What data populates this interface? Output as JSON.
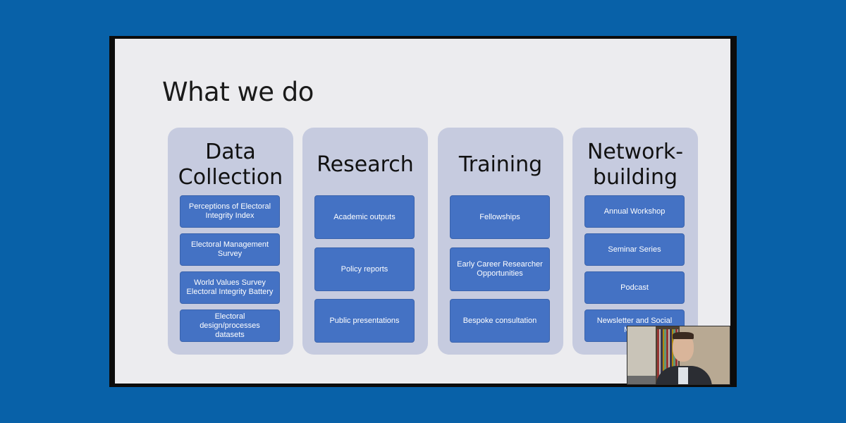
{
  "slide": {
    "title": "What we do",
    "columns": [
      {
        "heading": "Data\nCollection",
        "items": [
          "Perceptions of Electoral Integrity Index",
          "Electoral Management Survey",
          "World Values Survey Electoral Integrity Battery",
          "Electoral design/processes datasets"
        ]
      },
      {
        "heading": "Research",
        "items": [
          "Academic outputs",
          "Policy reports",
          "Public presentations"
        ]
      },
      {
        "heading": "Training",
        "items": [
          "Fellowships",
          "Early Career Researcher Opportunities",
          "Bespoke consultation"
        ]
      },
      {
        "heading": "Network-\nbuilding",
        "items": [
          "Annual Workshop",
          "Seminar Series",
          "Podcast",
          "Newsletter and Social Media"
        ]
      }
    ]
  },
  "colors": {
    "background": "#0861a8",
    "column_fill": "#c6cbdf",
    "item_fill": "#4472c4"
  }
}
